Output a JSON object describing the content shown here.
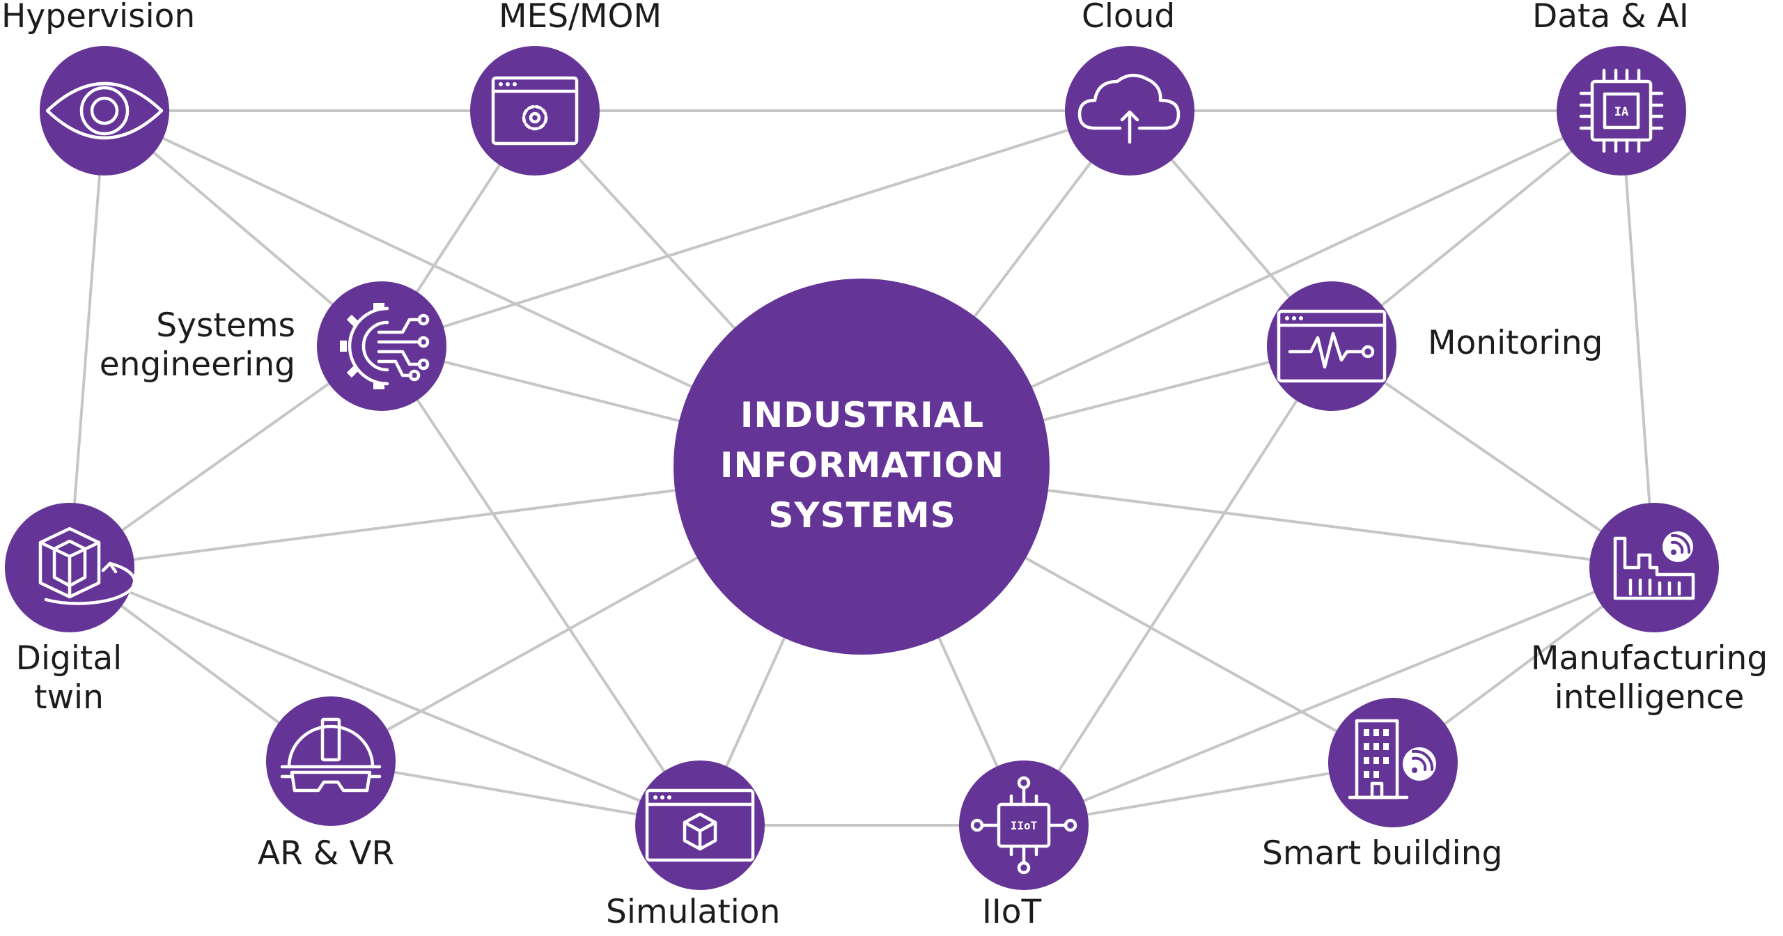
{
  "center": {
    "lines": [
      "INDUSTRIAL",
      "INFORMATION",
      "SYSTEMS"
    ]
  },
  "nodes": {
    "hypervision": {
      "label": "Hypervision",
      "icon": "eye-icon"
    },
    "mes_mom": {
      "label": "MES/MOM",
      "icon": "window-gear-icon"
    },
    "cloud": {
      "label": "Cloud",
      "icon": "cloud-upload-icon"
    },
    "data_ai": {
      "label": "Data & AI",
      "icon": "ai-chip-icon",
      "icon_text": "IA"
    },
    "systems_engineering": {
      "label_lines": [
        "Systems",
        "engineering"
      ],
      "icon": "gear-circuit-icon"
    },
    "monitoring": {
      "label": "Monitoring",
      "icon": "window-pulse-icon"
    },
    "digital_twin": {
      "label_lines": [
        "Digital",
        "twin"
      ],
      "icon": "rotating-cube-icon"
    },
    "manufacturing_intelligence": {
      "label_lines": [
        "Manufacturing",
        "intelligence"
      ],
      "icon": "factory-signal-icon"
    },
    "ar_vr": {
      "label": "AR & VR",
      "icon": "helmet-goggles-icon"
    },
    "simulation": {
      "label": "Simulation",
      "icon": "window-cube-icon"
    },
    "iiot": {
      "label": "IIoT",
      "icon": "iiot-chip-icon",
      "icon_text": "IIoT"
    },
    "smart_building": {
      "label": "Smart building",
      "icon": "building-signal-icon"
    }
  },
  "colors": {
    "node_fill": "#653497",
    "edge": "#c6c6c6",
    "text": "#1c1c1c",
    "icon": "#ffffff"
  }
}
